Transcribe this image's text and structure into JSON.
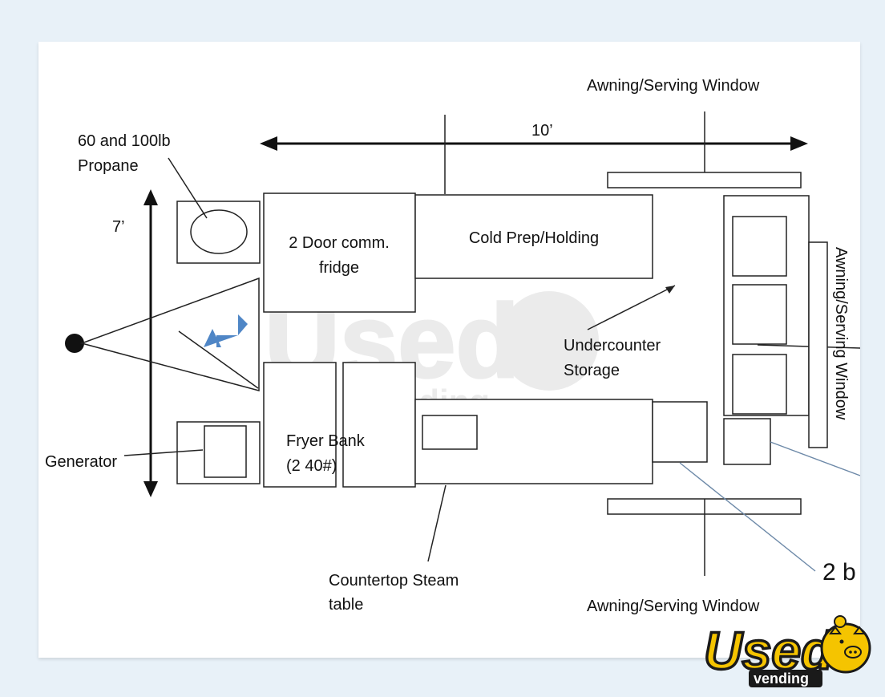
{
  "labels": {
    "propane_line1": "60 and 100lb",
    "propane_line2": "Propane",
    "width_dim": "7’",
    "length_dim": "10’",
    "awning_top": "Awning/Serving Window",
    "awning_bottom": "Awning/Serving Window",
    "awning_right": "Awning/Serving Window",
    "fridge_line1": "2 Door comm.",
    "fridge_line2": "fridge",
    "cold_prep": "Cold Prep/Holding",
    "undercounter_line1": "Undercounter",
    "undercounter_line2": "Storage",
    "fryer_line1": "Fryer Bank",
    "fryer_line2": "(2 40#)",
    "generator": "Generator",
    "steam_line1": "Countertop Steam",
    "steam_line2": "table",
    "two_b": "2 b"
  },
  "watermark": {
    "text": "Used",
    "subtext": "vending"
  },
  "logo": {
    "text": "Used",
    "subtext": "vending",
    "fill_color": "#f5c400",
    "outline_color": "#1a1a1a"
  },
  "colors": {
    "page_bg": "#e8f1f8",
    "paper_bg": "#ffffff",
    "arrow_icon": "#4f86c6",
    "leader_blue": "#6d89a8"
  }
}
